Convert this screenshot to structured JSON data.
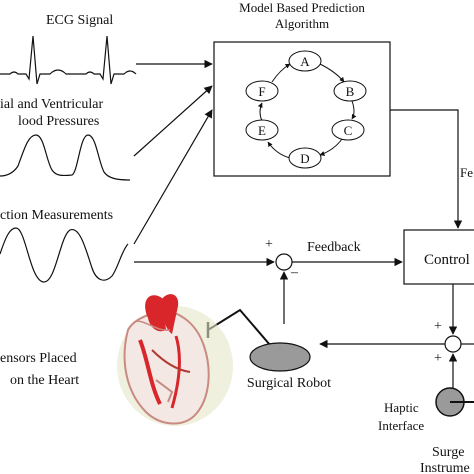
{
  "signals": {
    "ecg_label": "ECG Signal",
    "pressure_line1": "ial and Ventricular",
    "pressure_line2": "lood Pressures",
    "motion_label": "ction Measurements"
  },
  "algorithm": {
    "title_line1": "Model Based Prediction",
    "title_line2": "Algorithm",
    "states": [
      "A",
      "B",
      "C",
      "D",
      "E",
      "F"
    ]
  },
  "loop": {
    "feedback_label": "Feedback",
    "side_label": "Fe",
    "plus_sign": "+",
    "minus_sign": "–"
  },
  "control": {
    "label": "Control"
  },
  "heart": {
    "label_line1": "ensors Placed",
    "label_line2": "on the Heart"
  },
  "robot": {
    "label": "Surgical Robot"
  },
  "haptic": {
    "label_line1": "Haptic",
    "label_line2": "Interface"
  },
  "instrument": {
    "label_line1": "Surge",
    "label_line2": "Instrume"
  },
  "colors": {
    "ink": "#111111",
    "heart_red": "#d8262b",
    "heart_wall": "#c98a82",
    "halo": "#e6e6c8",
    "robot_fill": "#9a9a9a"
  }
}
